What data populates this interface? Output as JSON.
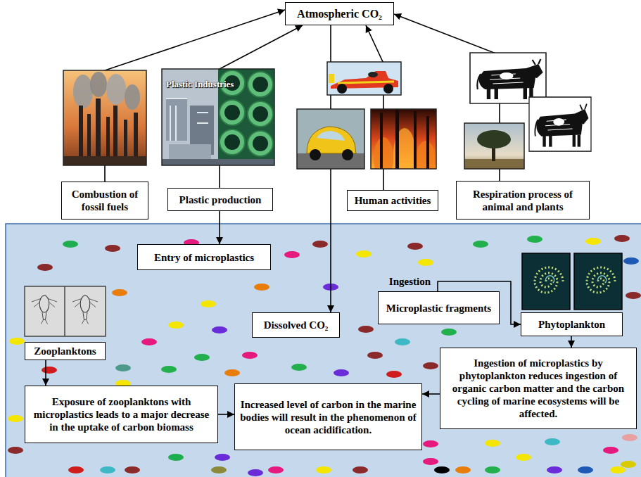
{
  "diagram": {
    "nodes": [
      {
        "text": [
          "Atmospheric CO₂"
        ]
      },
      {
        "text": [
          "Combustion of fossil fuels"
        ]
      },
      {
        "text": [
          "Plastic production"
        ]
      },
      {
        "text": [
          "Human activities"
        ]
      },
      {
        "text": [
          "Respiration process of animal and plants"
        ]
      },
      {
        "text": [
          "Entry of microplastics"
        ]
      },
      {
        "text": [
          "Zooplanktons"
        ]
      },
      {
        "text": [
          "Exposure of zooplanktons with microplastics leads to a major decrease in the uptake of carbon biomass"
        ]
      },
      {
        "text": [
          "Dissolved CO₂"
        ]
      },
      {
        "text": [
          "Microplastic fragments"
        ]
      },
      {
        "text": [
          "Phytoplankton"
        ]
      },
      {
        "text": [
          "Ingestion of microplastics by phytoplankton reduces ingestion of organic carbon matter and the carbon cycling of marine ecosystems will be affected."
        ]
      },
      {
        "text": [
          "Increased level of carbon in the marine bodies will result in the phenomenon of ocean acidification."
        ]
      }
    ],
    "edges": [
      {
        "from": 1,
        "to": 0,
        "arrow": "to"
      },
      {
        "from": 2,
        "to": 0,
        "arrow": "to"
      },
      {
        "from": 3,
        "to": 0,
        "arrow": "to"
      },
      {
        "from": 4,
        "to": 0,
        "arrow": "to"
      },
      {
        "from": 0,
        "to": 8,
        "arrow": "to"
      },
      {
        "from": 2,
        "to": 5,
        "arrow": "to"
      },
      {
        "from": 6,
        "to": 7,
        "arrow": "to"
      },
      {
        "from": 7,
        "to": 12,
        "arrow": "to"
      },
      {
        "from": 11,
        "to": 12,
        "arrow": "to"
      },
      {
        "from": 10,
        "to": 11,
        "arrow": "to"
      },
      {
        "from": 9,
        "to": 10,
        "label": "Ingestion",
        "arrow": "to"
      }
    ],
    "labels": [
      "Plastic Industries"
    ]
  }
}
